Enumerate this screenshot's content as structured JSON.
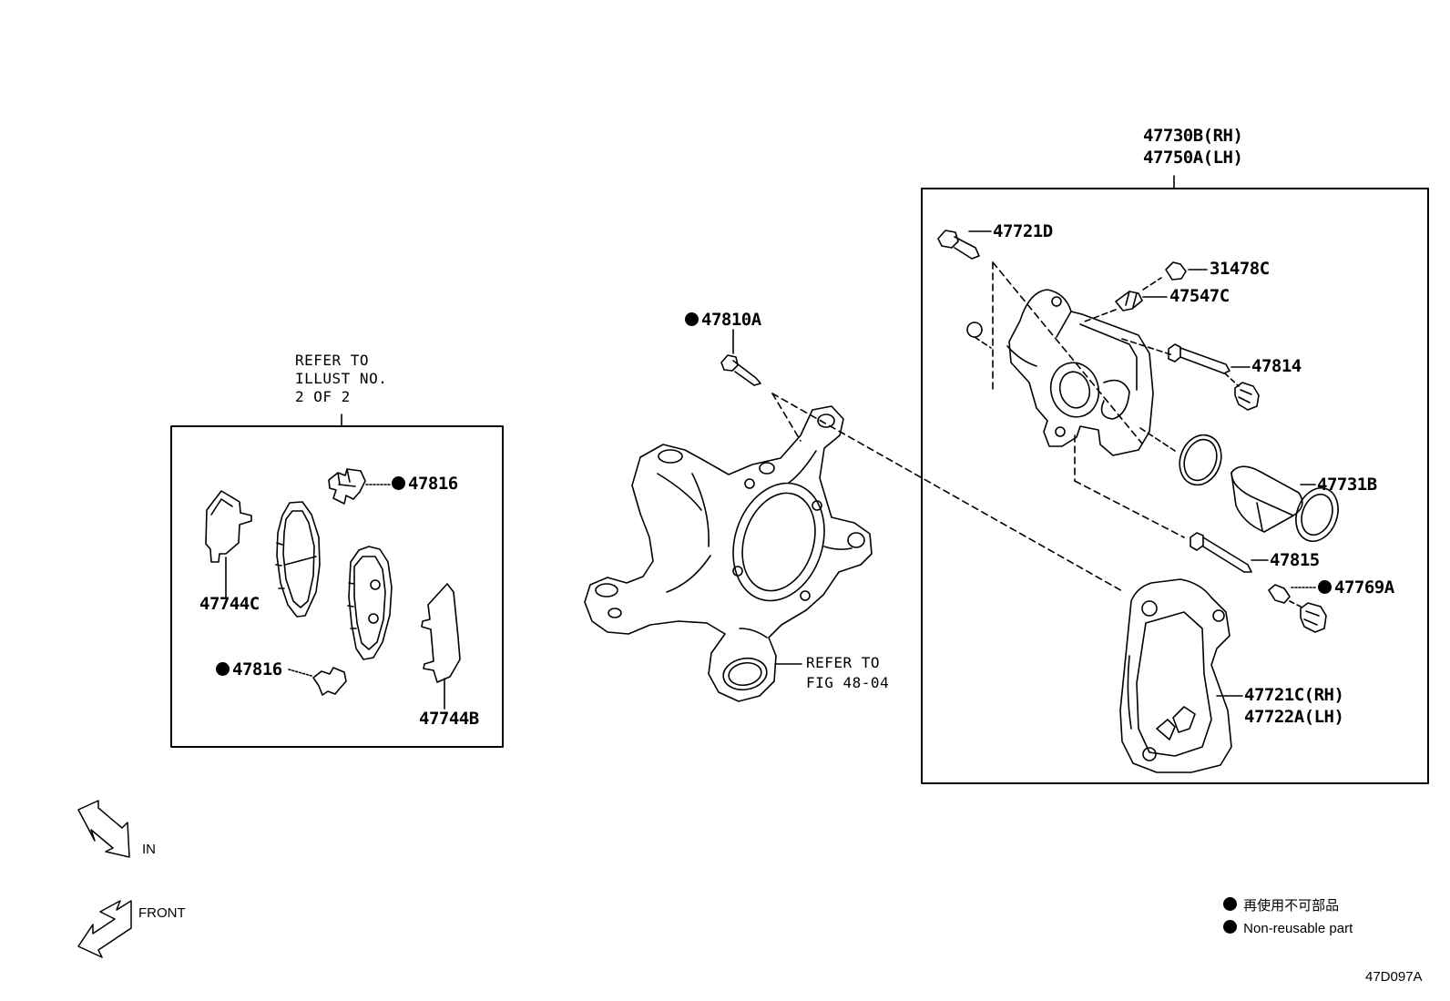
{
  "diagram_id": "47D097A",
  "left_box": {
    "refer_lines": [
      "REFER TO",
      "ILLUST NO.",
      "2 OF 2"
    ],
    "parts": {
      "clip_upper": "47816",
      "shim_left": "47744C",
      "clip_lower": "47816",
      "shim_right": "47744B"
    }
  },
  "center": {
    "bolt": "47810A",
    "knuckle_refer": [
      "REFER TO",
      "FIG 48-04"
    ]
  },
  "right_box": {
    "assembly": [
      "47730B(RH)",
      "47750A(LH)"
    ],
    "parts": {
      "bolt": "47721D",
      "cap": "31478C",
      "bleeder": "47547C",
      "pin_upper": "47814",
      "piston": "47731B",
      "pin_lower": "47815",
      "boot": "47769A",
      "support": [
        "47721C(RH)",
        "47722A(LH)"
      ]
    }
  },
  "direction": {
    "in": "IN",
    "front": "FRONT"
  },
  "legend": {
    "jp": "再使用不可部品",
    "en": "Non-reusable part"
  }
}
